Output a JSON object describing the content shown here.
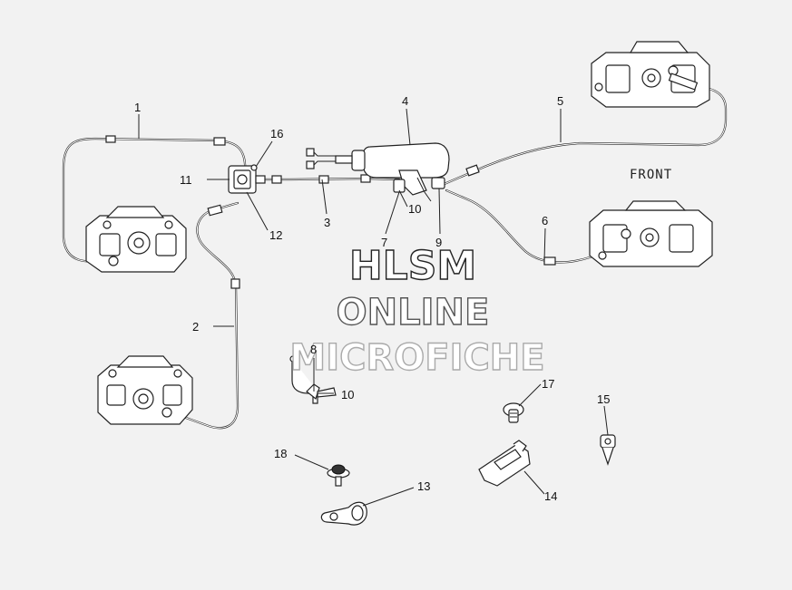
{
  "diagram": {
    "front_label": "FRONT",
    "watermark": {
      "line1": "HLSM",
      "line2": "ONLINE",
      "line3": "MICROFICHE"
    },
    "callouts": [
      {
        "id": "c1",
        "label": "1"
      },
      {
        "id": "c2",
        "label": "2"
      },
      {
        "id": "c3",
        "label": "3"
      },
      {
        "id": "c4",
        "label": "4"
      },
      {
        "id": "c5",
        "label": "5"
      },
      {
        "id": "c6",
        "label": "6"
      },
      {
        "id": "c7",
        "label": "7"
      },
      {
        "id": "c8",
        "label": "8"
      },
      {
        "id": "c9",
        "label": "9"
      },
      {
        "id": "c10a",
        "label": "10"
      },
      {
        "id": "c10b",
        "label": "10"
      },
      {
        "id": "c11",
        "label": "11"
      },
      {
        "id": "c12",
        "label": "12"
      },
      {
        "id": "c13",
        "label": "13"
      },
      {
        "id": "c14",
        "label": "14"
      },
      {
        "id": "c15",
        "label": "15"
      },
      {
        "id": "c16",
        "label": "16"
      },
      {
        "id": "c17",
        "label": "17"
      },
      {
        "id": "c18",
        "label": "18"
      }
    ]
  }
}
